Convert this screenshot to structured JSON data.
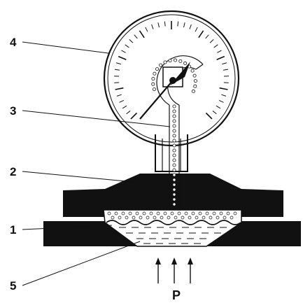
{
  "diagram": {
    "callouts": [
      {
        "id": "4",
        "label": "4"
      },
      {
        "id": "3",
        "label": "3"
      },
      {
        "id": "2",
        "label": "2"
      },
      {
        "id": "1",
        "label": "1"
      },
      {
        "id": "5",
        "label": "5"
      }
    ],
    "pressure_label": "P",
    "colors": {
      "ink": "#111111",
      "background": "#ffffff"
    }
  }
}
